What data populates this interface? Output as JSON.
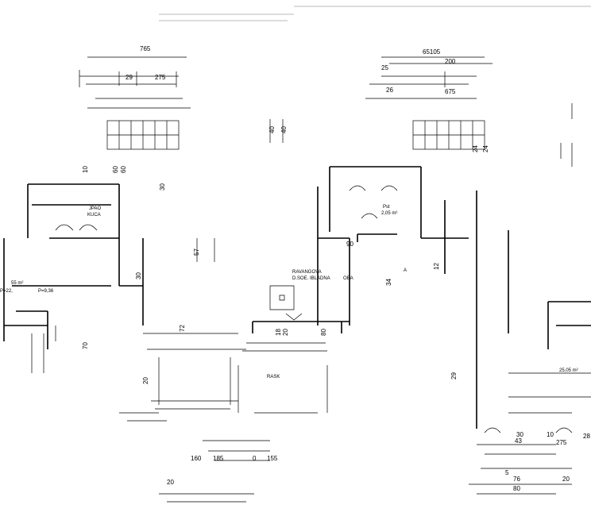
{
  "watermark": "",
  "rooms": {
    "c_jupao": "JPAO",
    "c_kuca": "KUCA",
    "c_area1": "55 m²",
    "c_p1": "P=22,",
    "c_p2": "P=9,36",
    "c_ravangova": "RAVANGOVA",
    "c_dsoe": "D.SOE. IBLADNA",
    "c_oba": "OBA",
    "c_rask": "RASK",
    "r_pst": "Pst",
    "r_area": "2,05 m²",
    "r_a": "A",
    "r_small": "25,05 m²"
  },
  "dims": {
    "l_765": "765",
    "l_29": "29",
    "l_275": "275",
    "l_40a": "40",
    "l_40b": "40",
    "l_10": "10",
    "l_60a": "60",
    "l_60b": "60",
    "l_30a": "30",
    "l_57": "57",
    "l_30b": "30",
    "l_70": "70",
    "l_72": "72",
    "l_20a": "20",
    "c_90": "90",
    "c_34": "34",
    "c_20": "20",
    "c_80": "80",
    "c_18": "18",
    "c_155": "155",
    "c_185": "185",
    "c_0": "0",
    "c_160": "160",
    "c_20b": "20",
    "r_65105": "65105",
    "r_200": "200",
    "r_675": "675",
    "r_24a": "24",
    "r_24b": "24",
    "r_29": "29",
    "r_12": "12",
    "r_5": "5",
    "r_76": "76",
    "r_80": "80",
    "r_275": "275",
    "r_30": "30",
    "r_10": "10",
    "r_43": "43",
    "r_28": "28",
    "r_20": "20",
    "r_25": "25",
    "r_26": "26"
  }
}
